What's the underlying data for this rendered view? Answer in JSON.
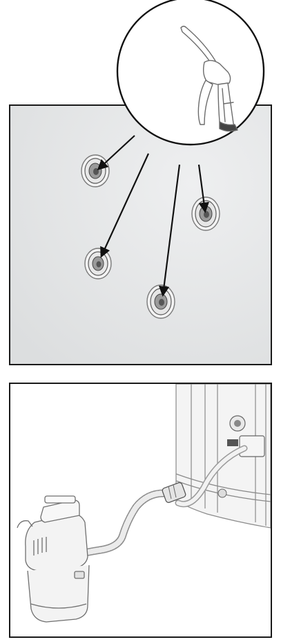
{
  "figure": {
    "top_panel": {
      "tool": "air-blow-gun",
      "jet_count": 4
    },
    "bottom_panel": {
      "tool": "wet-dry-vacuum",
      "connection": "hose-to-tub-drain"
    }
  },
  "colors": {
    "panel_border": "#1a1a1a",
    "wall": "#e6e7e8",
    "arrow": "#111111",
    "line_art": "#6b6b6b"
  }
}
